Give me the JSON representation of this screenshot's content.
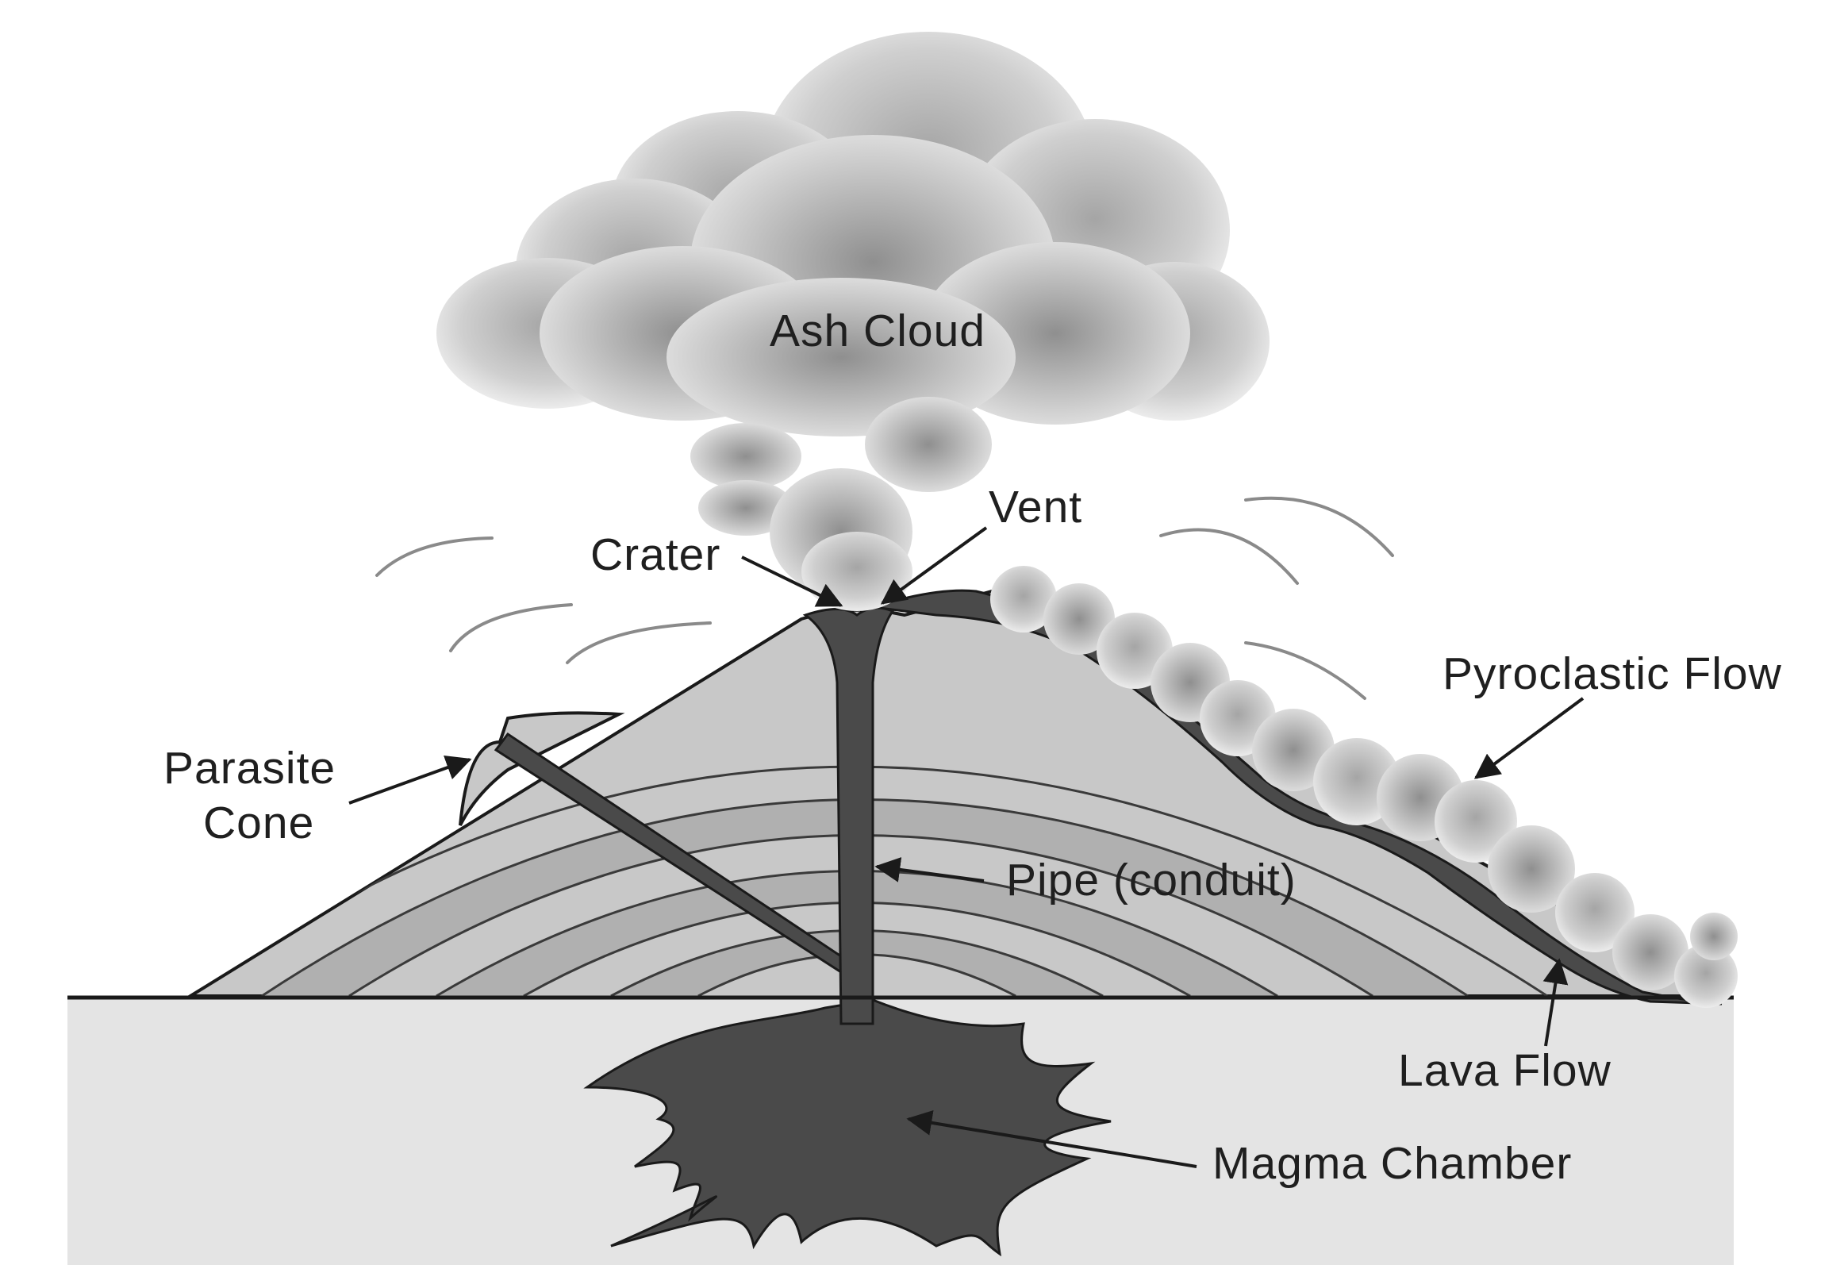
{
  "labels": {
    "ash_cloud": "Ash Cloud",
    "vent": "Vent",
    "crater": "Crater",
    "pyroclastic_flow": "Pyroclastic Flow",
    "parasite_cone_line1": "Parasite",
    "parasite_cone_line2": "Cone",
    "pipe": "Pipe (conduit)",
    "lava_flow": "Lava Flow",
    "magma_chamber": "Magma Chamber"
  },
  "colors": {
    "background": "#ffffff",
    "ground": "#e4e4e4",
    "cone_light": "#cbcbcb",
    "cone_dark": "#acacac",
    "magma": "#4a4a4a",
    "outline": "#1a1a1a"
  }
}
